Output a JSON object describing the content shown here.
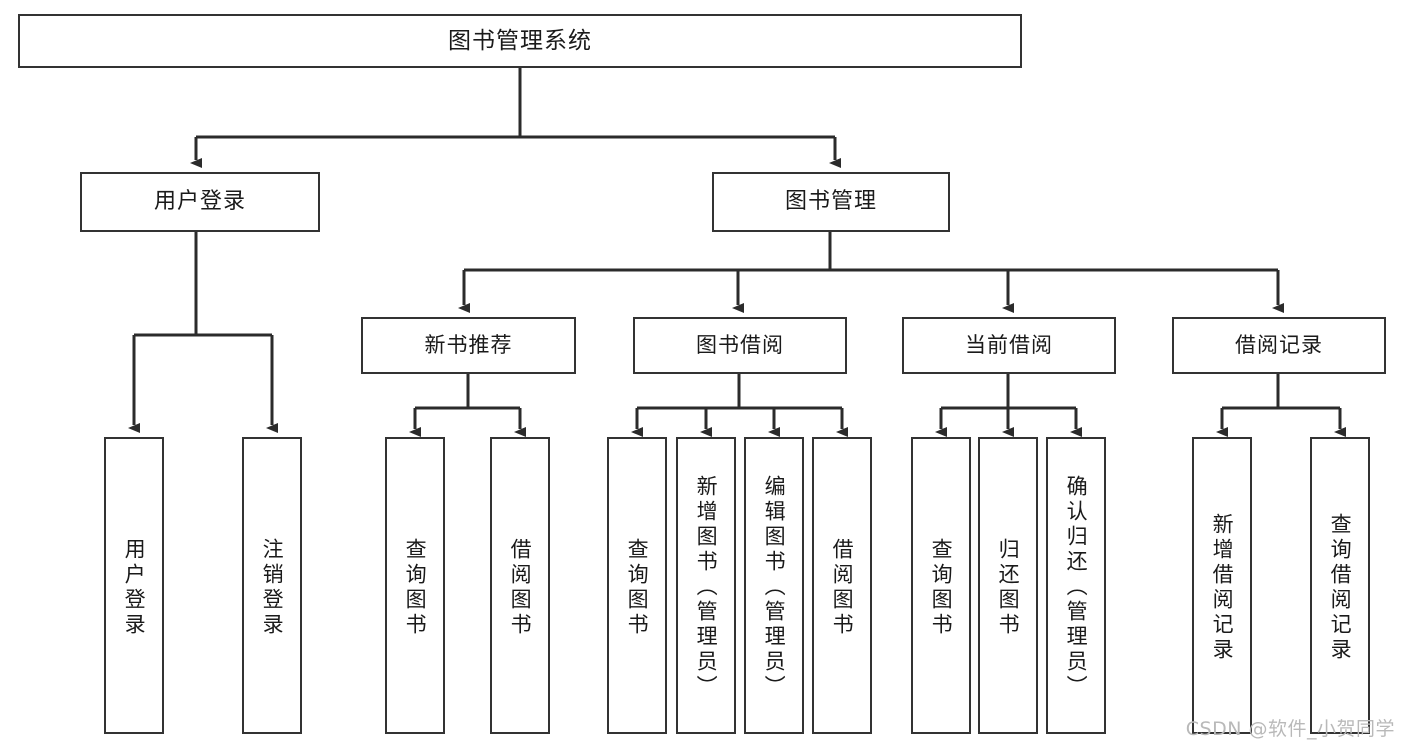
{
  "diagram": {
    "title": "图书管理系统",
    "type": "tree-hierarchy-diagram",
    "colors": {
      "box_border": "#333333",
      "box_fill": "#ffffff",
      "line": "#2b2b2b",
      "text": "#1a1a1a",
      "watermark": "#b9b9b9"
    },
    "root": {
      "label": "图书管理系统"
    },
    "level1": [
      {
        "label": "用户登录"
      },
      {
        "label": "图书管理"
      }
    ],
    "level2": [
      {
        "label": "新书推荐"
      },
      {
        "label": "图书借阅"
      },
      {
        "label": "当前借阅"
      },
      {
        "label": "借阅记录"
      }
    ],
    "leaves": {
      "user_login": [
        {
          "label": "用户登录"
        },
        {
          "label": "注销登录"
        }
      ],
      "new_book_recommend": [
        {
          "label": "查询图书"
        },
        {
          "label": "借阅图书"
        }
      ],
      "book_borrow": [
        {
          "label": "查询图书"
        },
        {
          "label": "新增图书（管理员）"
        },
        {
          "label": "编辑图书（管理员）"
        },
        {
          "label": "借阅图书"
        }
      ],
      "current_borrow": [
        {
          "label": "查询图书"
        },
        {
          "label": "归还图书"
        },
        {
          "label": "确认归还（管理员）"
        }
      ],
      "borrow_record": [
        {
          "label": "新增借阅记录"
        },
        {
          "label": "查询借阅记录"
        }
      ]
    }
  },
  "watermark": {
    "text": "CSDN @软件_小贺同学"
  }
}
